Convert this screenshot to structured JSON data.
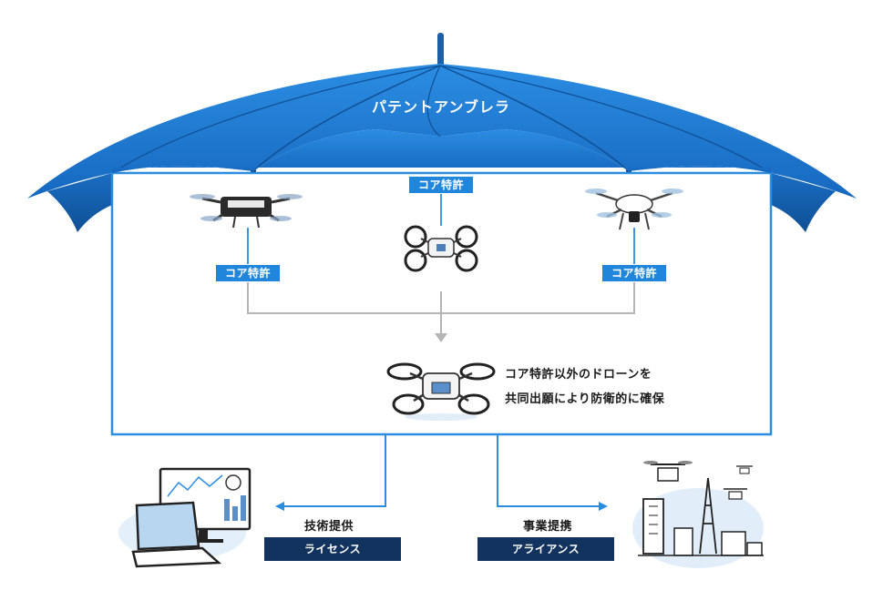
{
  "umbrella": {
    "title": "パテントアンブレラ"
  },
  "core_patent_label": "コア特許",
  "other_patents": {
    "line1": "コア特許以外のドローンを",
    "line2": "共同出願により防衛的に確保"
  },
  "license": {
    "caption": "技術提供",
    "label": "ライセンス"
  },
  "alliance": {
    "caption": "事業提携",
    "label": "アライアンス"
  },
  "colors": {
    "umbrella_blue": "#1f7fd6",
    "umbrella_dark": "#1565b8",
    "line_blue": "#2a8de0",
    "gray_line": "#b5b5b5",
    "navy": "#13335f"
  }
}
